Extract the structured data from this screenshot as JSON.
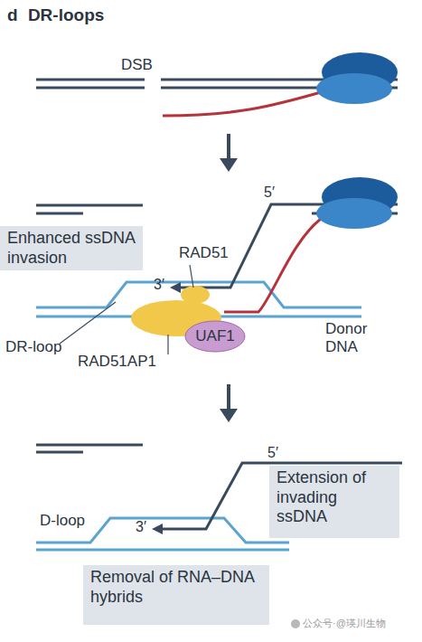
{
  "diagram": {
    "title": "d DR-loops",
    "nodes": [
      {
        "text": [
          "Enhanced ssDNA invasion"
        ]
      },
      {
        "text": [
          "UAF1"
        ]
      },
      {
        "text": [
          "Extension of invading ssDNA"
        ]
      },
      {
        "text": [
          "Removal of RNA–DNA hybrids"
        ]
      }
    ],
    "labels": [
      "DSB",
      "5′",
      "RAD51",
      "3′",
      "Donor DNA",
      "DR-loop",
      "RAD51AP1",
      "5′",
      "3′",
      "D-loop",
      "公众号·@瑛川生物"
    ]
  }
}
